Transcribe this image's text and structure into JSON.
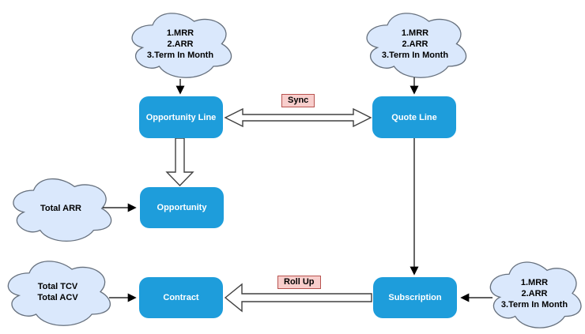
{
  "nodes": {
    "opportunity_line": "Opportunity Line",
    "quote_line": "Quote Line",
    "opportunity": "Opportunity",
    "contract": "Contract",
    "subscription": "Subscription"
  },
  "edge_labels": {
    "sync": "Sync",
    "roll_up": "Roll Up"
  },
  "clouds": {
    "top_left": {
      "lines": [
        "1.MRR",
        "2.ARR",
        "3.Term In Month"
      ]
    },
    "top_right": {
      "lines": [
        "1.MRR",
        "2.ARR",
        "3.Term In Month"
      ]
    },
    "total_arr": {
      "lines": [
        "Total ARR"
      ]
    },
    "total_tcv_acv": {
      "lines": [
        "Total TCV",
        "Total ACV"
      ]
    },
    "bottom_right": {
      "lines": [
        "1.MRR",
        "2.ARR",
        "3.Term In Month"
      ]
    }
  },
  "edges": [
    {
      "from": "top_left_cloud",
      "to": "opportunity_line",
      "style": "thin-arrow"
    },
    {
      "from": "top_right_cloud",
      "to": "quote_line",
      "style": "thin-arrow"
    },
    {
      "from": "opportunity_line",
      "to": "quote_line",
      "style": "block-arrow-double",
      "label": "Sync"
    },
    {
      "from": "opportunity_line",
      "to": "opportunity",
      "style": "block-arrow"
    },
    {
      "from": "total_arr_cloud",
      "to": "opportunity",
      "style": "thin-arrow"
    },
    {
      "from": "quote_line",
      "to": "subscription",
      "style": "thin-arrow"
    },
    {
      "from": "subscription",
      "to": "contract",
      "style": "block-arrow",
      "label": "Roll Up"
    },
    {
      "from": "total_tcv_acv_cloud",
      "to": "contract",
      "style": "thin-arrow"
    },
    {
      "from": "bottom_right_cloud",
      "to": "subscription",
      "style": "thin-arrow"
    }
  ],
  "colors": {
    "node_fill": "#1e9ddb",
    "node_text": "#ffffff",
    "cloud_fill": "#dae8fc",
    "cloud_stroke": "#66707d",
    "label_fill": "#f8cecc",
    "label_stroke": "#b85450",
    "line": "#000000",
    "block_arrow_outline": "#404040"
  }
}
